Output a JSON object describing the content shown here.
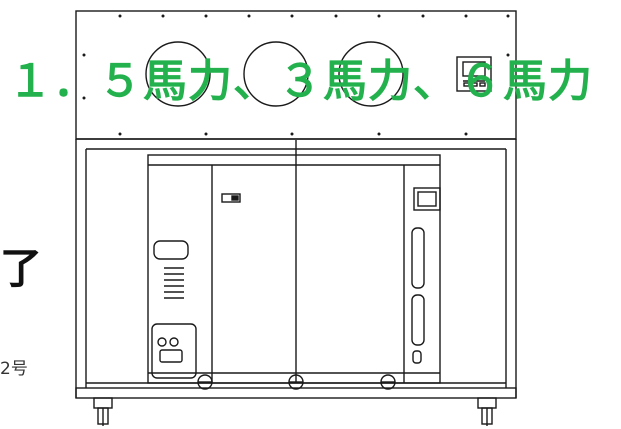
{
  "headline": "１．５馬力、３馬力、６馬力",
  "cut_off_text": {
    "large_char": "了",
    "small_text": "2号"
  },
  "colors": {
    "accent": "#22b14c",
    "line": "#1a1a1a",
    "background": "#ffffff"
  },
  "drawing": {
    "subject": "portable air-conditioner unit on a wheeled rolling frame",
    "icons": [
      "control-panel-icon",
      "caster-wheel-icon"
    ]
  }
}
